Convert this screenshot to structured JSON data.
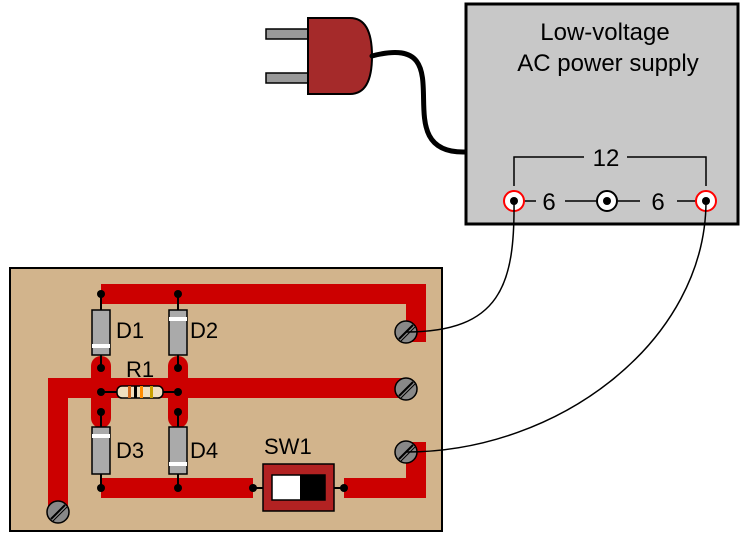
{
  "supply": {
    "title_line1": "Low-voltage",
    "title_line2": "AC power supply",
    "tap_full": "12",
    "tap_left": "6",
    "tap_right": "6"
  },
  "components": {
    "d1": "D1",
    "d2": "D2",
    "d3": "D3",
    "d4": "D4",
    "r1": "R1",
    "sw1": "SW1"
  },
  "colors": {
    "board": "#d2b48c",
    "trace": "#cc0000",
    "plug": "#a52a2a",
    "supply_box": "#c8c8c8",
    "terminal_ring": "#ff0000",
    "diode_body": "#aaaaaa",
    "switch_base": "#b22222"
  }
}
